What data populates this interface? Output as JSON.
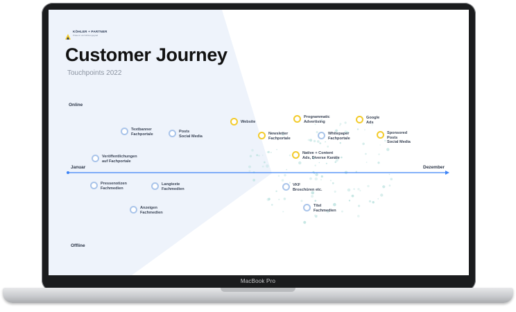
{
  "logo": {
    "name": "KÖHLER + PARTNER",
    "sub": "Präsenz und Wirkungsgrad"
  },
  "slide": {
    "title": "Customer Journey",
    "subtitle": "Touchpoints 2022"
  },
  "axis": {
    "top": "Online",
    "bottom": "Offline",
    "start": "Januar",
    "end": "Dezember"
  },
  "colors": {
    "online": "#f3cb2b",
    "offline": "#a9c4ea",
    "timeline": "#3b82f6",
    "cone": "#eef3fb",
    "dots": "#b9e1de"
  },
  "touchpoints": [
    {
      "label": "Textbanner\nFachportale",
      "type": "offline"
    },
    {
      "label": "Posts\nSocial Media",
      "type": "offline"
    },
    {
      "label": "Veröffentlichungen\nauf Fachportale",
      "type": "offline"
    },
    {
      "label": "Pressenotizen\nFachmedien",
      "type": "offline"
    },
    {
      "label": "Langtexte\nFachmedien",
      "type": "offline"
    },
    {
      "label": "Anzeigen\nFachmedien",
      "type": "offline"
    },
    {
      "label": "Website",
      "type": "online"
    },
    {
      "label": "Programmatic\nAdvertising",
      "type": "online"
    },
    {
      "label": "Google\nAds",
      "type": "online"
    },
    {
      "label": "Newsletter\nFachportale",
      "type": "online"
    },
    {
      "label": "Whitepaper\nFachportale",
      "type": "offline"
    },
    {
      "label": "Sponsored\nPosts\nSocial Media",
      "type": "online"
    },
    {
      "label": "Native + Content\nAds, Diverse Kanäle",
      "type": "online"
    },
    {
      "label": "VKF\nBroschüren etc.",
      "type": "offline"
    },
    {
      "label": "Titel\nFachmedien",
      "type": "offline"
    }
  ],
  "device": {
    "brand": "MacBook Pro"
  }
}
